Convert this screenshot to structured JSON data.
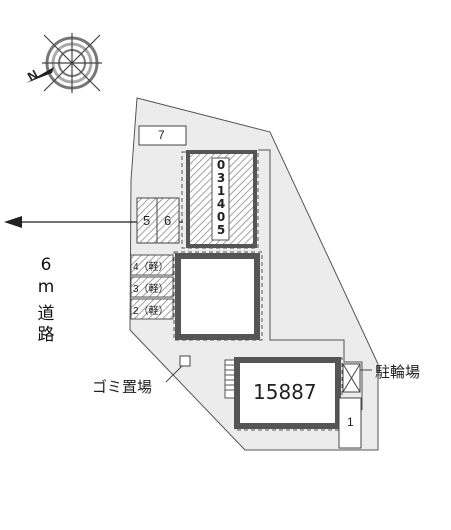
{
  "compass": {
    "north_label": "N",
    "icon": "compass-icon"
  },
  "road": {
    "width_number": "6",
    "unit": "m",
    "name_chars": [
      "道",
      "路"
    ]
  },
  "buildings": {
    "upper": {
      "vertical_code_chars": [
        "0",
        "3",
        "1",
        "4",
        "0",
        "5"
      ]
    },
    "lower_right": {
      "label": "15887"
    }
  },
  "parking": {
    "space_7": "7",
    "space_5": "5",
    "space_6": "6",
    "light_spaces": [
      "4（軽）",
      "3（軽）",
      "2（軽）"
    ],
    "space_1": "1"
  },
  "facilities": {
    "garbage": "ゴミ置場",
    "bicycle": "駐輪場"
  },
  "colors": {
    "site_fill": "#ececec",
    "building_border": "#555555",
    "hatch": "#9a9a9a",
    "outline": "#444444"
  }
}
